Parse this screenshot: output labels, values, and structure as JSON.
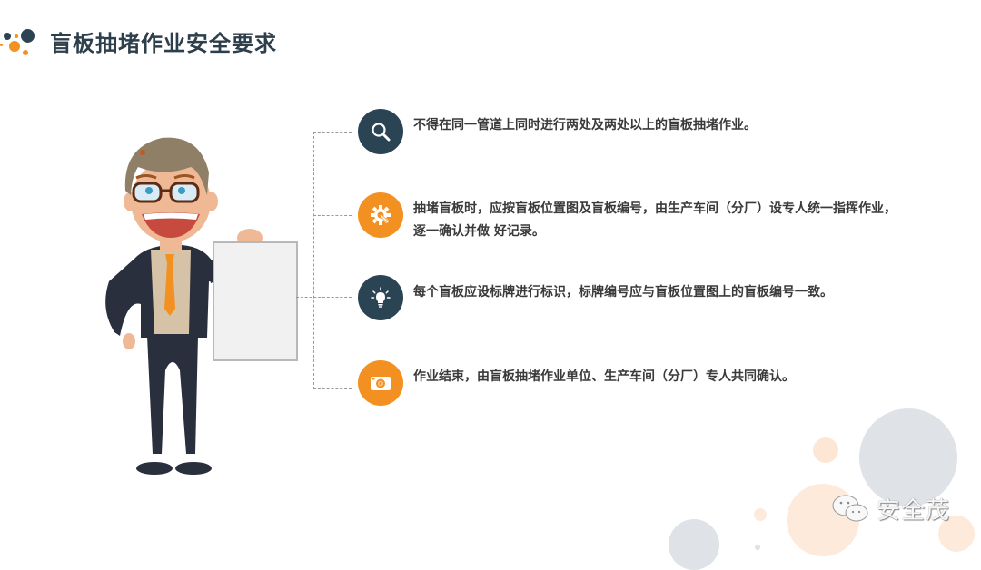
{
  "header": {
    "title": "盲板抽堵作业安全要求"
  },
  "colors": {
    "navy": "#2b4453",
    "orange": "#f39022",
    "text": "#3a3a3a",
    "title": "#2e3f4c"
  },
  "items": [
    {
      "icon": "search-icon",
      "color": "navy",
      "text": "不得在同一管道上同时进行两处及两处以上的盲板抽堵作业。"
    },
    {
      "icon": "gear-wrench-icon",
      "color": "orange",
      "text": "抽堵盲板时，应按盲板位置图及盲板编号，由生产车间（分厂）设专人统一指挥作业，逐一确认并做 好记录。"
    },
    {
      "icon": "lightbulb-icon",
      "color": "navy",
      "text": "每个盲板应设标牌进行标识，标牌编号应与盲板位置图上的盲板编号一致。"
    },
    {
      "icon": "camera-icon",
      "color": "orange",
      "text": "作业结束，由盲板抽堵作业单位、生产车间（分厂）专人共同确认。"
    }
  ],
  "watermark": {
    "icon": "wechat-icon",
    "text": "安全茂"
  }
}
